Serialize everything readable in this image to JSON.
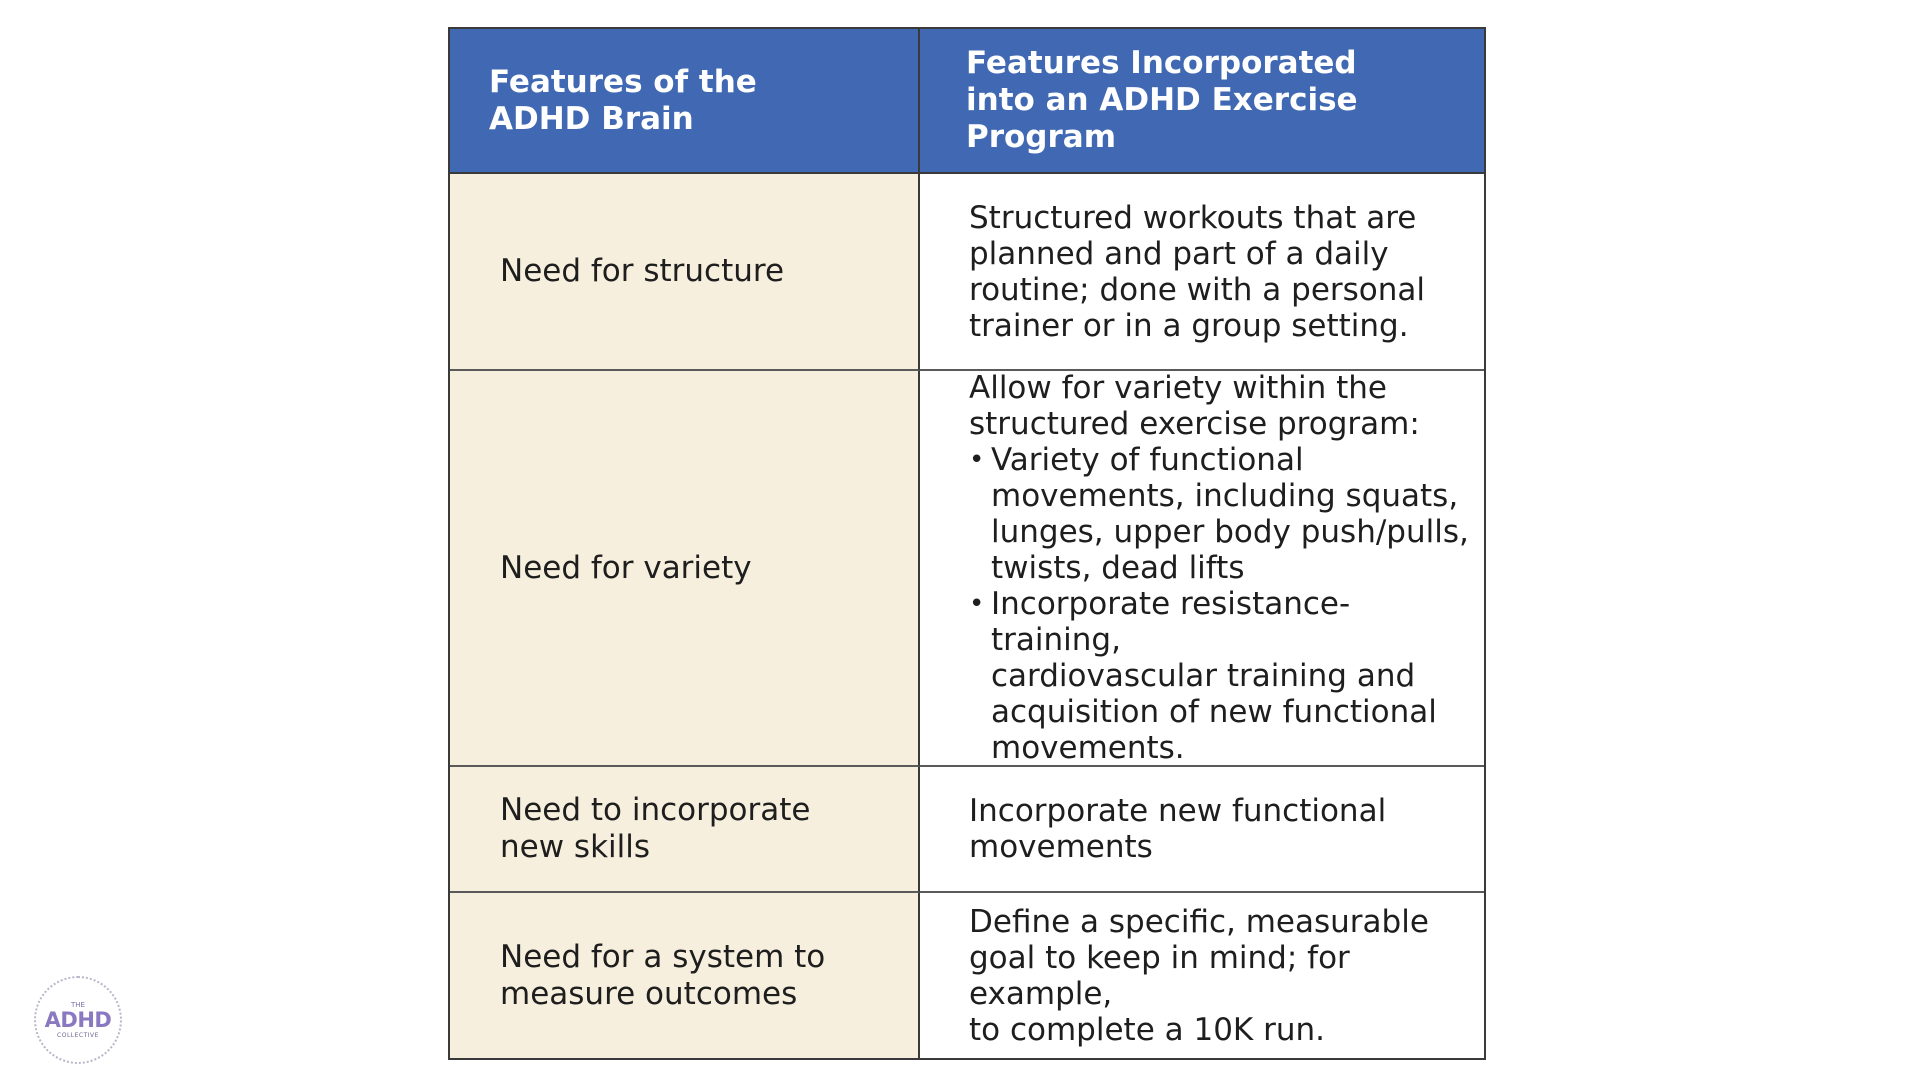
{
  "table": {
    "headers": [
      "Features of the\nADHD Brain",
      "Features Incorporated\ninto an ADHD Exercise Program"
    ],
    "rows": [
      {
        "feature": "Need for structure",
        "program": "Structured workouts that are\nplanned and part of a daily\nroutine; done with a personal\ntrainer or in a group setting."
      },
      {
        "feature": "Need for variety",
        "program_intro": "Allow for variety within the\nstructured exercise program:",
        "program_bullets": [
          "Variety of functional\nmovements, including squats,\nlunges, upper body push/pulls,\ntwists, dead lifts",
          "Incorporate resistance-training,\ncardiovascular training and\nacquisition of new functional\nmovements."
        ]
      },
      {
        "feature": "Need to incorporate\nnew skills",
        "program": "Incorporate new functional\nmovements"
      },
      {
        "feature": "Need for a system to\nmeasure outcomes",
        "program": "Define a specific, measurable\ngoal to keep in mind; for example,\nto complete a 10K run."
      }
    ],
    "bullet_glyph": "•"
  },
  "logo": {
    "the": "THE",
    "main": "ADHD",
    "sub": "COLLECTIVE"
  },
  "colors": {
    "header_bg": "#4169b3",
    "feature_bg": "#f7efdd",
    "border": "#3a3a3a"
  }
}
